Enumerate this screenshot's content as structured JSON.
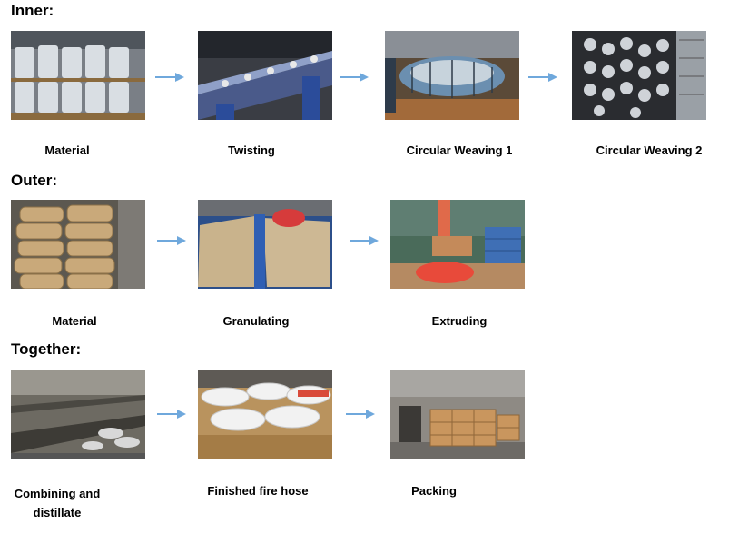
{
  "sections": {
    "inner": {
      "title": "Inner:",
      "steps": [
        {
          "label": "Material"
        },
        {
          "label": "Twisting"
        },
        {
          "label": "Circular Weaving 1"
        },
        {
          "label": "Circular Weaving 2"
        }
      ]
    },
    "outer": {
      "title": "Outer:",
      "steps": [
        {
          "label": "Material"
        },
        {
          "label": "Granulating"
        },
        {
          "label": "Extruding"
        }
      ]
    },
    "together": {
      "title": "Together:",
      "steps": [
        {
          "label": "Combining and distillate"
        },
        {
          "label": "Finished fire hose"
        },
        {
          "label": "Packing"
        }
      ]
    }
  },
  "colors": {
    "arrow": "#6fa8dc"
  }
}
